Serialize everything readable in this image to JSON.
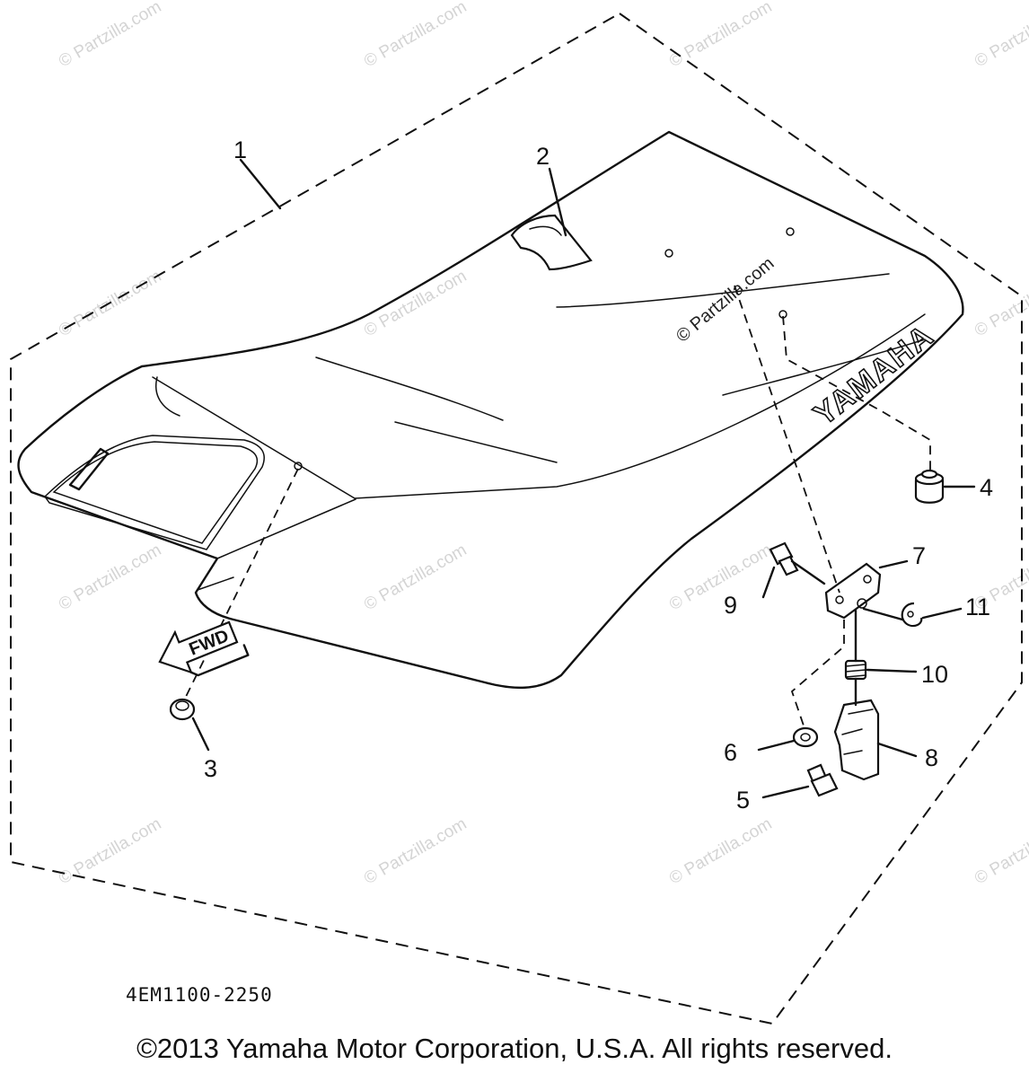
{
  "watermark": {
    "text": "© Partzilla.com",
    "center_text": "© Partzilla.com"
  },
  "seat": {
    "brand_text": "YAMAHA"
  },
  "callouts": {
    "c1": "1",
    "c2": "2",
    "c3": "3",
    "c4": "4",
    "c5": "5",
    "c6": "6",
    "c7": "7",
    "c8": "8",
    "c9": "9",
    "c10": "10",
    "c11": "11"
  },
  "fwd_label": "FWD",
  "diagram_code": "4EM1100-2250",
  "copyright": "©2013  Yamaha Motor Corporation, U.S.A. All rights reserved.",
  "colors": {
    "line": "#111111",
    "watermark": "#d4d4d4",
    "background": "#ffffff"
  }
}
